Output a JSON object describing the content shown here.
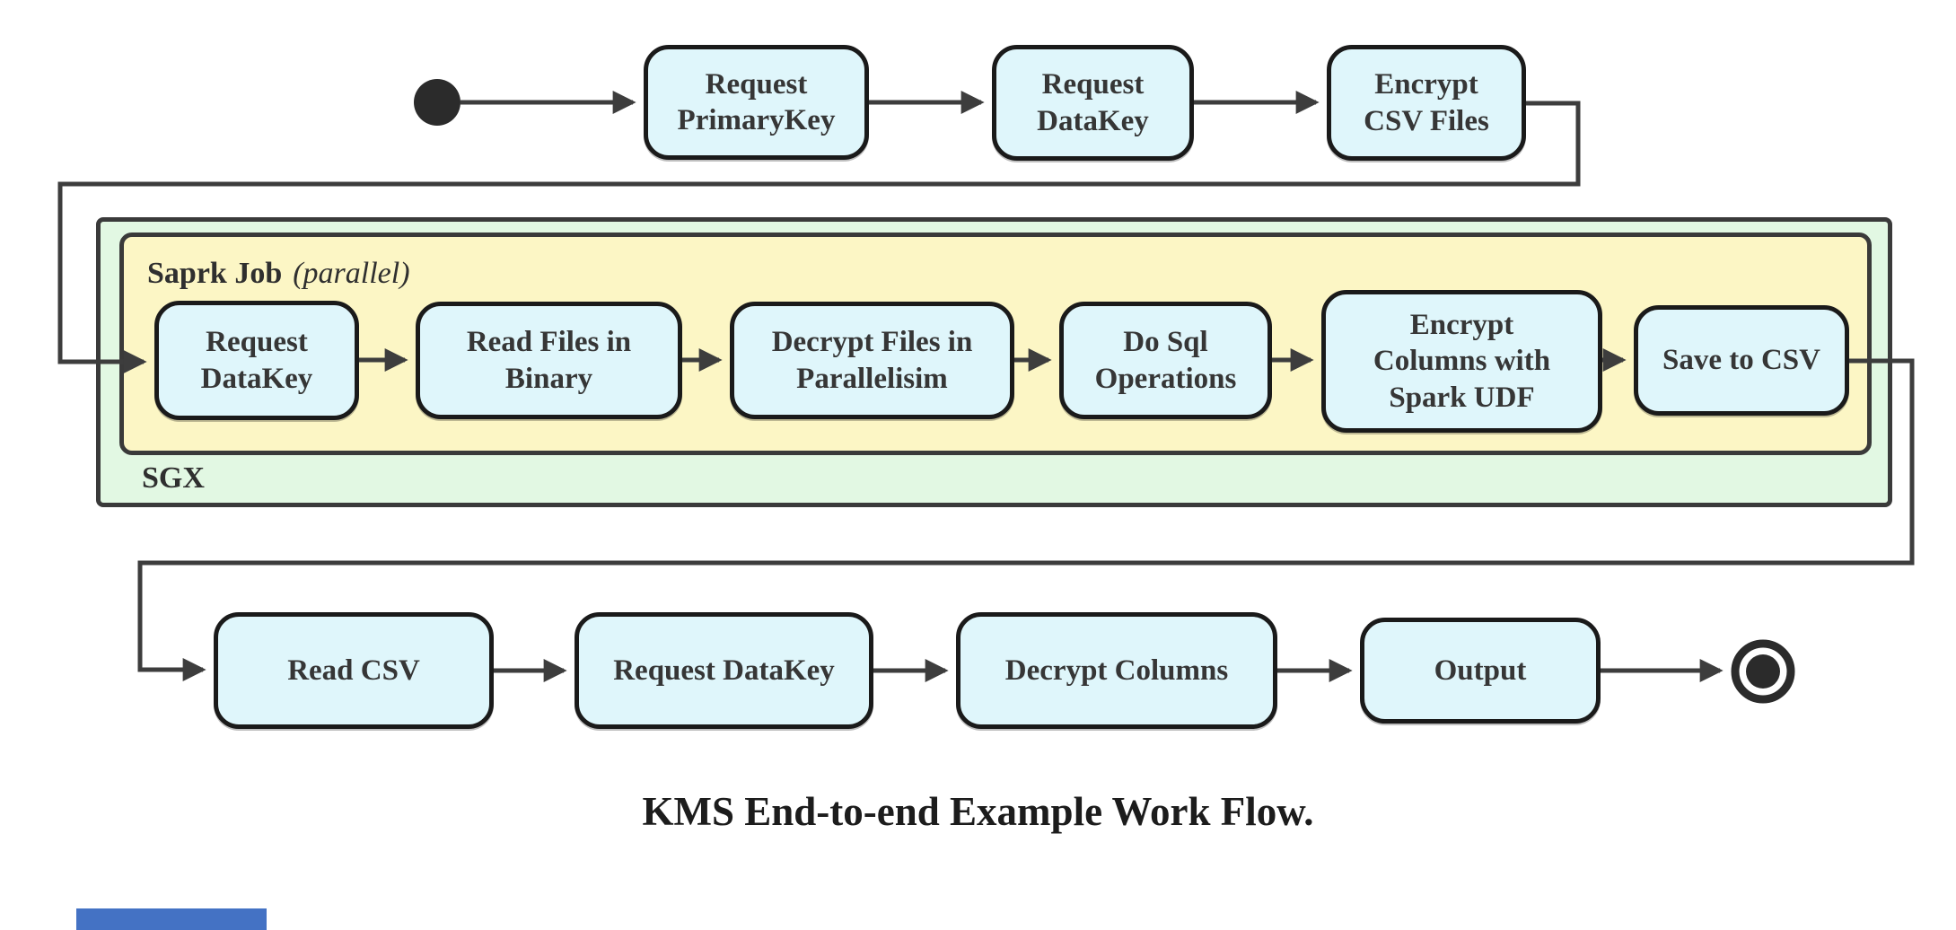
{
  "caption": "KMS End-to-end Example Work Flow.",
  "flow": {
    "start_node": "start",
    "end_node": "end",
    "top_row": {
      "nodes": [
        "Request\nPrimaryKey",
        "Request\nDataKey",
        "Encrypt\nCSV Files"
      ]
    },
    "sgx": {
      "label": "SGX",
      "spark_job": {
        "label": "Saprk Job",
        "qualifier": "(parallel)",
        "nodes": [
          "Request\nDataKey",
          "Read Files in\nBinary",
          "Decrypt Files in\nParallelisim",
          "Do Sql\nOperations",
          "Encrypt\nColumns with\nSpark UDF",
          "Save to CSV"
        ]
      }
    },
    "bottom_row": {
      "nodes": [
        "Read CSV",
        "Request DataKey",
        "Decrypt Columns",
        "Output"
      ]
    }
  },
  "colors": {
    "node_fill": "#dff6fb",
    "node_border": "#1a1a1a",
    "node_text": "#363636",
    "sgx_fill": "#e2f8e3",
    "spark_fill": "#fcf6c5",
    "container_border": "#3a3a3a",
    "edge": "#3d3d3d",
    "start_end": "#2b2b2b",
    "artifact_blue": "#4472c4"
  }
}
